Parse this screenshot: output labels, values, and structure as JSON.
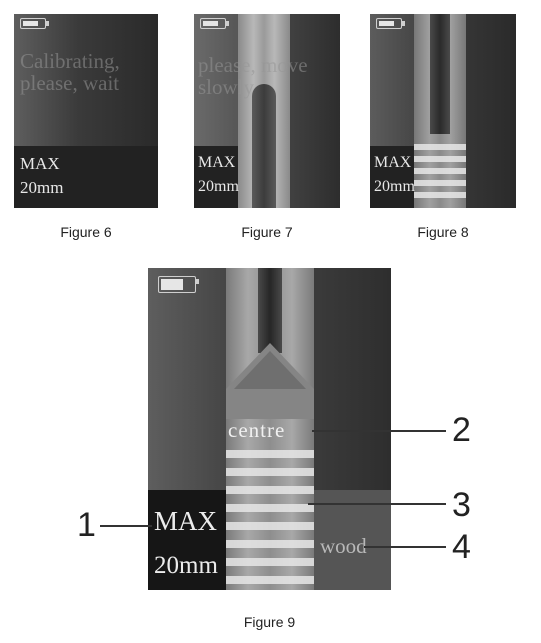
{
  "figures": {
    "fig6": {
      "caption": "Figure 6",
      "message": [
        "Calibrating,",
        "please, wait"
      ],
      "mode": "MAX",
      "depth": "20mm"
    },
    "fig7": {
      "caption": "Figure 7",
      "message": [
        "please, move",
        "slowly"
      ],
      "mode": "MAX",
      "depth": "20mm"
    },
    "fig8": {
      "caption": "Figure 8",
      "mode": "MAX",
      "depth": "20mm"
    },
    "fig9": {
      "caption": "Figure 9",
      "centre_label": "centre",
      "mode": "MAX",
      "depth": "20mm",
      "material": "wood",
      "callouts": [
        "1",
        "2",
        "3",
        "4"
      ]
    }
  },
  "colors": {
    "screen_dark": "#2a2a2a",
    "screen_mid": "#4a4a4a",
    "screen_light": "#7a7a7a",
    "text_light": "#e8e8e8"
  }
}
